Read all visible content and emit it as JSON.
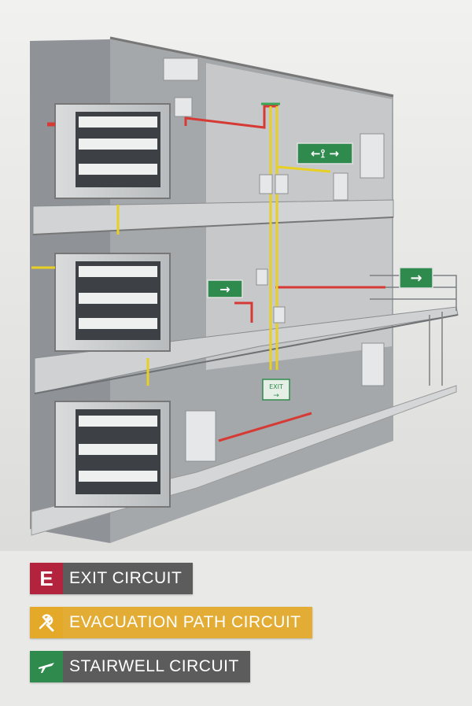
{
  "signs": {
    "upper_exit": "←⟟ →",
    "middle_exit": "→",
    "balcony_exit": "→",
    "ground_sign_line1": "EXIT",
    "ground_sign_line2": "→"
  },
  "legend": [
    {
      "badge": "E",
      "label": "EXIT CIRCUIT",
      "icon": "letter-e-icon"
    },
    {
      "badge": "",
      "label": "EVACUATION PATH CIRCUIT",
      "icon": "tools-icon"
    },
    {
      "badge": "",
      "label": "STAIRWELL CIRCUIT",
      "icon": "plane-icon"
    }
  ],
  "colors": {
    "exit_circuit": "#b3233d",
    "evacuation_circuit": "#e5a92a",
    "stairwell_circuit": "#2f8a4e",
    "wire_red": "#d63a34",
    "wire_yellow": "#e8cf24",
    "sign_green": "#2f8a4e"
  }
}
